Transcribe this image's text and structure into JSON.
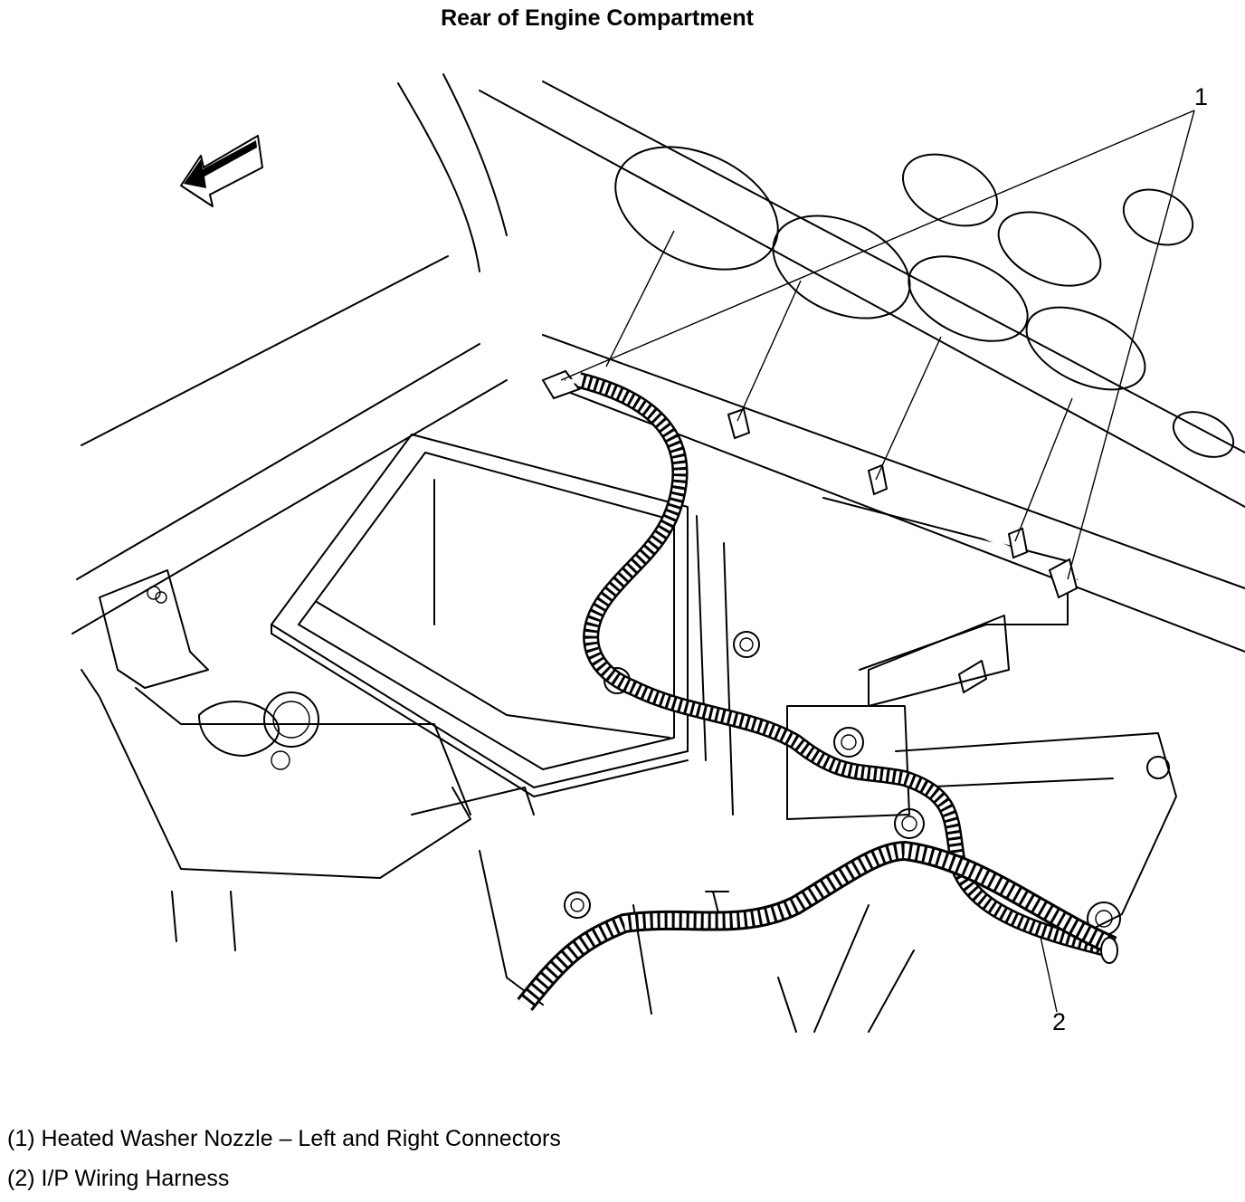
{
  "title": "Rear of Engine Compartment",
  "callouts": {
    "c1": "1",
    "c2": "2"
  },
  "legend": [
    {
      "text": "(1) Heated Washer Nozzle – Left and Right Connectors"
    },
    {
      "text": "(2) I/P Wiring Harness"
    }
  ],
  "icons": {
    "forward_arrow": "arrow-left-icon"
  }
}
